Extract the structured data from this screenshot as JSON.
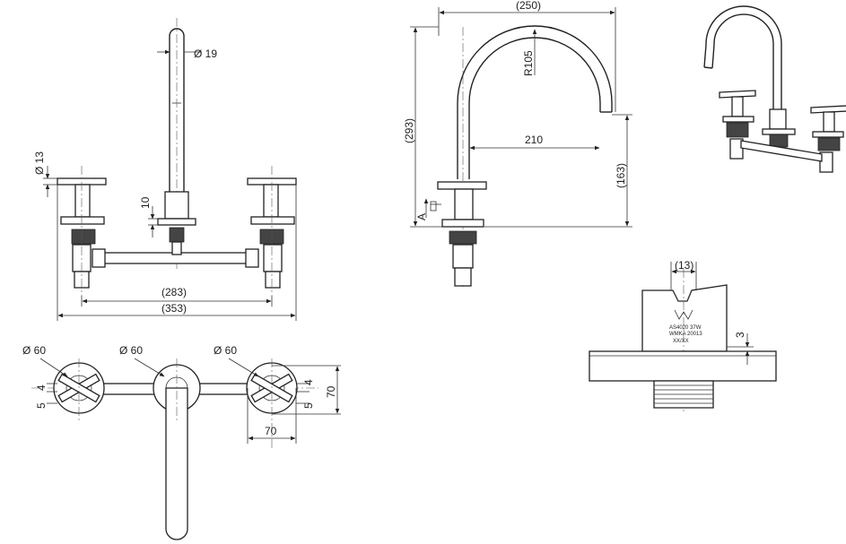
{
  "front_view": {
    "spout_dia": "Ø 19",
    "handle_dia": "Ø 13",
    "flange_h": "10",
    "inner_span": "(283)",
    "overall_span": "(353)"
  },
  "side_view": {
    "reach": "(250)",
    "radius": "R105",
    "height": "(293)",
    "reach_inner": "210",
    "outlet_height": "(163)",
    "section": "A"
  },
  "plan_view": {
    "left_dia": "Ø 60",
    "center_dia": "Ø 60",
    "right_dia": "Ø 60",
    "left_a": "4",
    "left_b": "5",
    "right_a": "4",
    "right_b": "5",
    "depth": "70",
    "width": "70"
  },
  "detail_view": {
    "slot_width": "(13)",
    "step": "3",
    "mark_line1": "AS4020 37W",
    "mark_line2": "WMKA 20013",
    "mark_line3": "XX/XX"
  }
}
